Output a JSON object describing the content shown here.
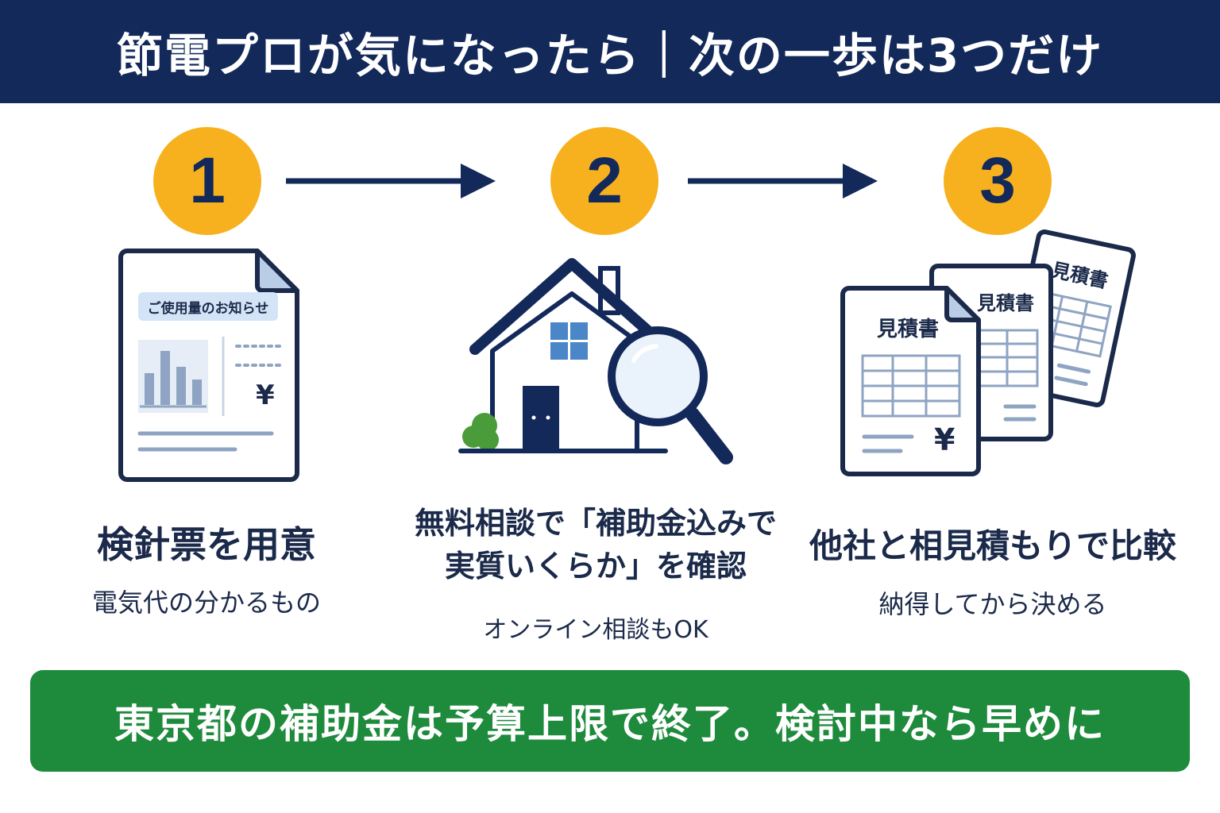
{
  "header": {
    "title": "節電プロが気になったら｜次の一歩は3つだけ"
  },
  "colors": {
    "header_bg": "#13295a",
    "badge": "#f7b11e",
    "notice_bg": "#1e8a3c",
    "navy": "#1b2a4a",
    "accent_blue": "#4a86c8",
    "green_bush": "#4a9c3a"
  },
  "steps": [
    {
      "number": "1",
      "icon": "meter-reading-slip-icon",
      "doc_tag": "ご使用量のお知らせ",
      "currency": "¥",
      "title": "検針票を用意",
      "subtitle": "電気代の分かるもの"
    },
    {
      "number": "2",
      "icon": "house-magnifier-icon",
      "title_line1": "無料相談で「補助金込みで",
      "title_line2": "実質いくらか」を確認",
      "subtitle": "オンライン相談もOK"
    },
    {
      "number": "3",
      "icon": "quotation-documents-icon",
      "doc_label": "見積書",
      "currency": "¥",
      "title": "他社と相見積もりで比較",
      "subtitle": "納得してから決める"
    }
  ],
  "notice": {
    "text": "東京都の補助金は予算上限で終了。検討中なら早めに"
  }
}
